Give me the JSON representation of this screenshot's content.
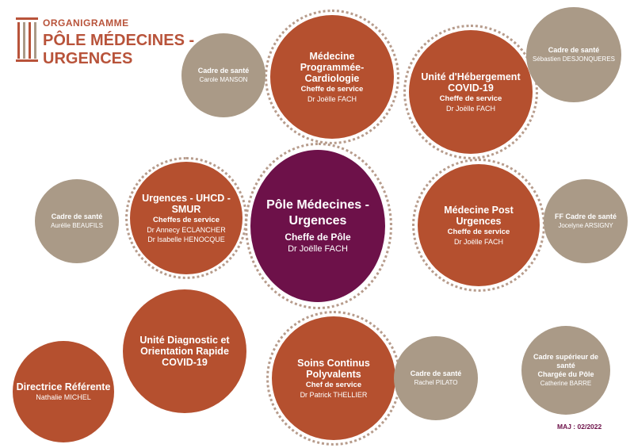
{
  "header": {
    "kicker": "ORGANIGRAMME",
    "title_line1": "PÔLE MÉDECINES -",
    "title_line2": "URGENCES"
  },
  "center": {
    "title_line1": "Pôle Médecines -",
    "title_line2": "Urgences",
    "role": "Cheffe de Pôle",
    "name": "Dr Joëlle FACH"
  },
  "units": {
    "medecine_programmee": {
      "title_lines": [
        "Médecine",
        "Programmée-",
        "Cardiologie"
      ],
      "role": "Cheffe de service",
      "name": "Dr Joëlle FACH"
    },
    "hebergement_covid": {
      "title_lines": [
        "Unité d'Hébergement",
        "COVID-19"
      ],
      "role": "Cheffe de service",
      "name": "Dr Joëlle FACH"
    },
    "medecine_post_urgences": {
      "title_lines": [
        "Médecine Post",
        "Urgences"
      ],
      "role": "Cheffe de service",
      "name": "Dr Joëlle FACH"
    },
    "urgences_uhcd": {
      "title_lines": [
        "Urgences - UHCD -",
        "SMUR"
      ],
      "role": "Cheffes de service",
      "names": [
        "Dr Annecy ECLANCHER",
        "Dr Isabelle HENOCQUE"
      ]
    },
    "diagnostic_covid": {
      "title_lines": [
        "Unité Diagnostic et",
        "Orientation Rapide",
        "COVID-19"
      ]
    },
    "soins_continus": {
      "title_lines": [
        "Soins Continus",
        "Polyvalents"
      ],
      "role": "Chef de service",
      "name": "Dr Patrick THELLIER"
    }
  },
  "cadres": {
    "manson": {
      "role": "Cadre de santé",
      "name": "Carole MANSON"
    },
    "desjonqueres": {
      "role": "Cadre de santé",
      "name": "Sébastien DESJONQUERES"
    },
    "arsigny": {
      "role": "FF Cadre de santé",
      "name": "Jocelyne ARSIGNY"
    },
    "beaufils": {
      "role": "Cadre de santé",
      "name": "Aurélie BEAUFILS"
    },
    "pilato": {
      "role": "Cadre de santé",
      "name": "Rachel PILATO"
    },
    "barre": {
      "role_lines": [
        "Cadre supérieur de",
        "santé",
        "Chargée du Pôle"
      ],
      "name": "Catherine BARRE"
    }
  },
  "directrice": {
    "role": "Directrice Référente",
    "name": "Nathalie MICHEL"
  },
  "footer": {
    "maj": "MAJ : 02/2022"
  },
  "colors": {
    "rust": "#b5502f",
    "taupe": "#aa9a87",
    "plum": "#6d1149",
    "dotted_ring": "#b79c8c"
  },
  "icons": [
    "columns-logo-icon"
  ]
}
